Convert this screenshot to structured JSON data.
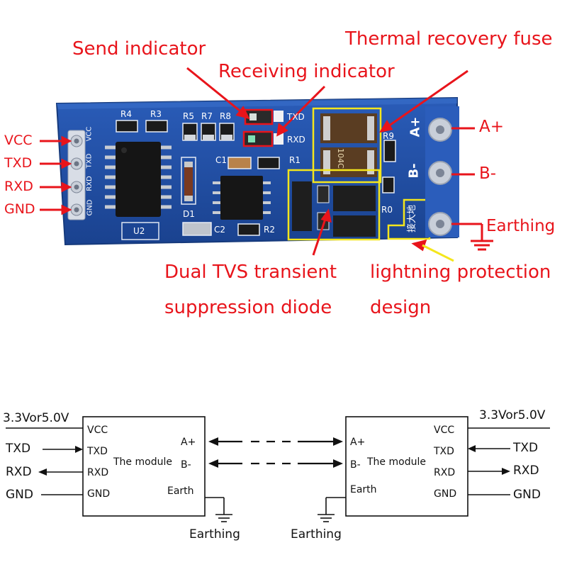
{
  "callouts": {
    "send_indicator": "Send indicator",
    "receiving_indicator": "Receiving indicator",
    "thermal_fuse": "Thermal recovery fuse",
    "tvs_line1": "Dual TVS transient",
    "tvs_line2": "suppression diode",
    "lightning_line1": "lightning protection",
    "lightning_line2": "design",
    "earthing": "Earthing"
  },
  "left_pins": [
    "VCC",
    "TXD",
    "RXD",
    "GND"
  ],
  "right_terminals": [
    "A+",
    "B-"
  ],
  "board": {
    "silk_pins": [
      "VCC",
      "TXD",
      "RXD",
      "GND"
    ],
    "r4": "R4",
    "r3": "R3",
    "r5": "R5",
    "r7": "R7",
    "r8": "R8",
    "r1": "R1",
    "r9": "R9",
    "r0": "R0",
    "r2": "R2",
    "c1": "C1",
    "c2": "C2",
    "d1": "D1",
    "u2": "U2",
    "txd": "TXD",
    "rxd": "RXD",
    "aplus": "A+",
    "bminus": "B-",
    "fuse_code": "104C",
    "earth_cn": "接大地"
  },
  "schematic": {
    "left": {
      "supply": "3.3Vor5.0V",
      "pins": [
        "VCC",
        "TXD",
        "RXD",
        "GND"
      ],
      "signals": [
        "TXD",
        "RXD",
        "GND"
      ],
      "a_label": "A+",
      "b_label": "B-",
      "earth_label": "Earth",
      "module_label": "The module",
      "earthing": "Earthing"
    },
    "right": {
      "supply": "3.3Vor5.0V",
      "pins": [
        "VCC",
        "TXD",
        "RXD",
        "GND"
      ],
      "signals": [
        "TXD",
        "RXD",
        "GND"
      ],
      "a_label": "A+",
      "b_label": "B-",
      "earth_label": "Earth",
      "module_label": "The module",
      "earthing": "Earthing"
    }
  },
  "colors": {
    "callout_red": "#e8141b",
    "pcb_blue": "#1f4fa8",
    "highlight_yellow": "#f4e61c",
    "ink": "#111111"
  }
}
